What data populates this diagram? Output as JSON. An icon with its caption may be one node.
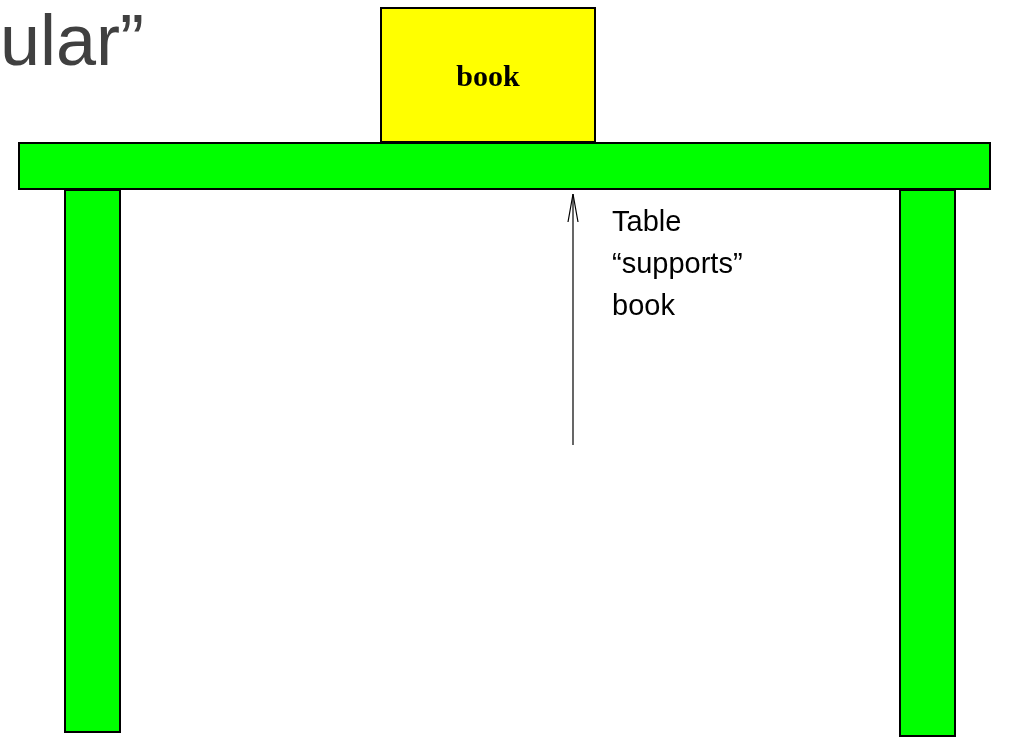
{
  "diagram": {
    "nodes": [
      {
        "text": [
          "book"
        ]
      }
    ],
    "labels": [
      "ular”",
      "Table “supports” book"
    ]
  }
}
